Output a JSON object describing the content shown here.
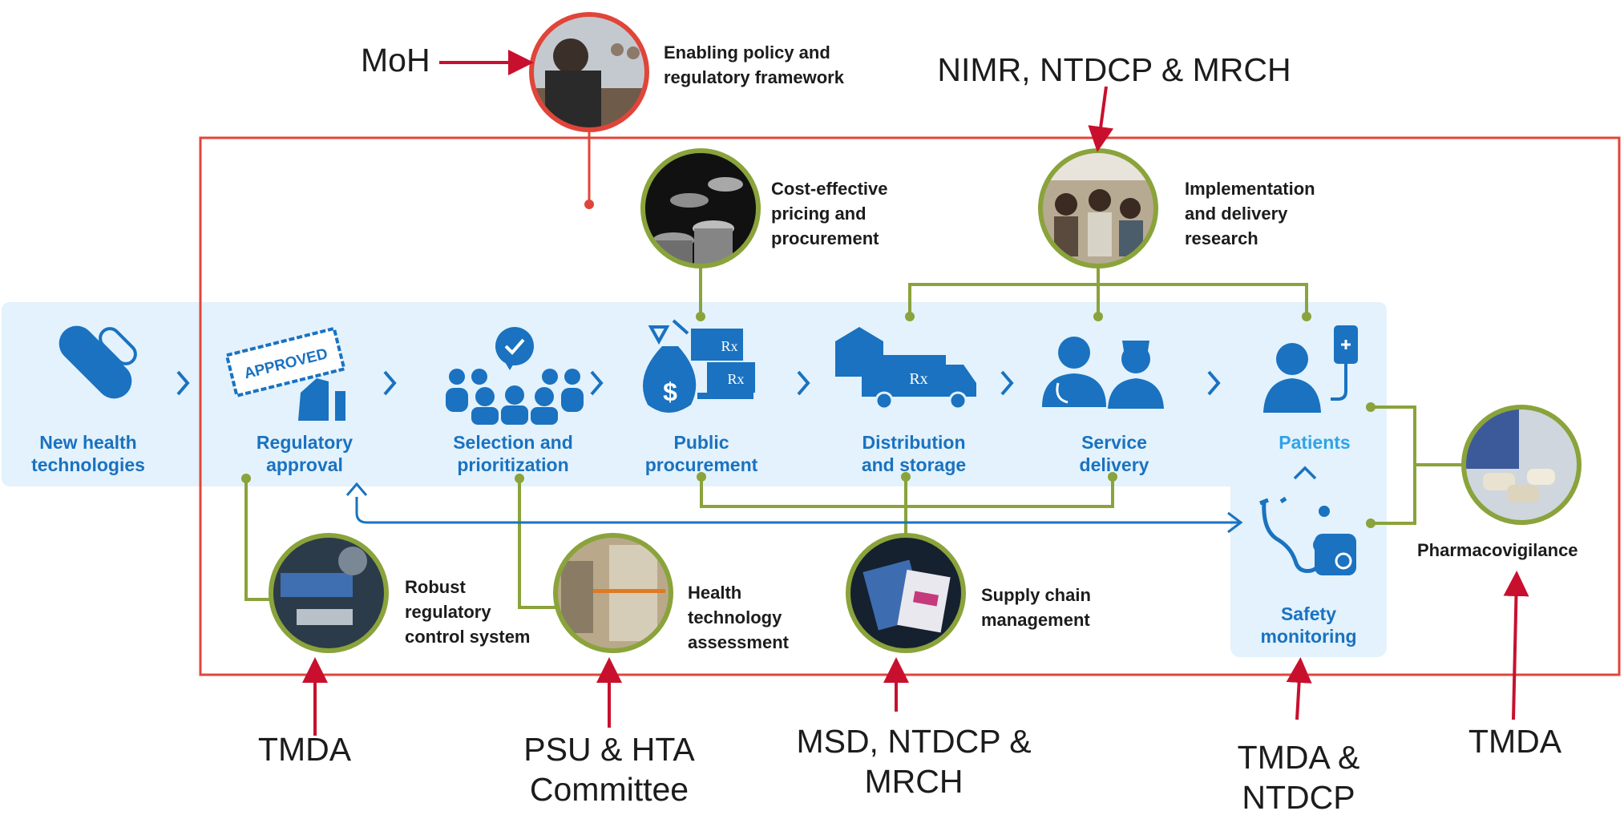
{
  "colors": {
    "accent_blue": "#1a72c0",
    "light_blue_band": "#e3f2fc",
    "connector_green": "#8aa33b",
    "frame_red": "#e0453a",
    "arrow_red": "#c8102e"
  },
  "flow_steps": [
    {
      "label": "New health\ntechnologies",
      "icon": "capsule-icon"
    },
    {
      "label": "Regulatory\napproval",
      "icon": "approved-stamp-icon"
    },
    {
      "label": "Selection and\nprioritization",
      "icon": "committee-meeting-icon"
    },
    {
      "label": "Public\nprocurement",
      "icon": "money-bag-truck-icon"
    },
    {
      "label": "Distribution\nand storage",
      "icon": "warehouse-truck-icon"
    },
    {
      "label": "Service\ndelivery",
      "icon": "doctor-nurse-icon"
    },
    {
      "label": "Patients",
      "icon": "patient-iv-icon"
    },
    {
      "label": "Safety\nmonitoring",
      "icon": "stethoscope-icon"
    }
  ],
  "functions": {
    "policy": "Enabling policy and\nregulatory framework",
    "pricing": "Cost-effective\npricing and\nprocurement",
    "research": "Implementation\nand delivery\nresearch",
    "regulatory": "Robust\nregulatory\ncontrol system",
    "hta": "Health\ntechnology\nassessment",
    "supply": "Supply chain\nmanagement",
    "pharmacovigilance": "Pharmacovigilance"
  },
  "organizations": {
    "moh": "MoH",
    "research": "NIMR, NTDCP & MRCH",
    "regulatory": "TMDA",
    "hta": "PSU & HTA\nCommittee",
    "supply": "MSD, NTDCP &\nMRCH",
    "safety": "TMDA &\nNTDCP",
    "pharmacovigilance": "TMDA"
  }
}
